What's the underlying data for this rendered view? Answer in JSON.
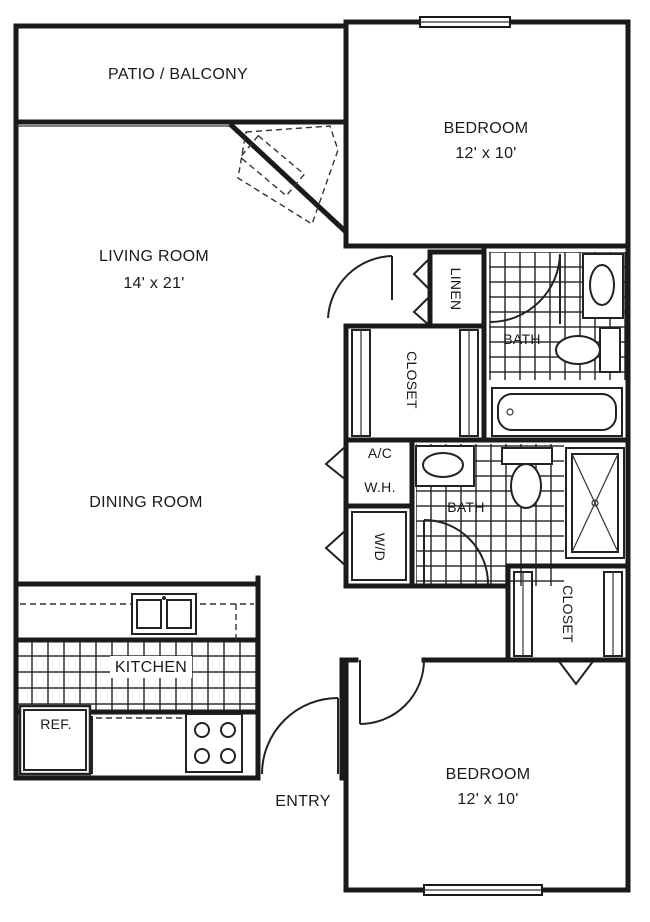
{
  "rooms": {
    "patio": "PATIO / BALCONY",
    "bedroom_top": {
      "name": "BEDROOM",
      "size": "12' x 10'"
    },
    "living": {
      "name": "LIVING ROOM",
      "size": "14' x 21'"
    },
    "linen": "LINEN",
    "bath_top": "BATH",
    "closet_mid": "CLOSET",
    "ac": "A/C",
    "wh": "W.H.",
    "bath_mid": "BATH",
    "dining": "DINING ROOM",
    "wd": "W/D",
    "closet_right": "CLOSET",
    "kitchen": "KITCHEN",
    "ref": "REF.",
    "entry": "ENTRY",
    "bedroom_bottom": {
      "name": "BEDROOM",
      "size": "12' x 10'"
    }
  }
}
